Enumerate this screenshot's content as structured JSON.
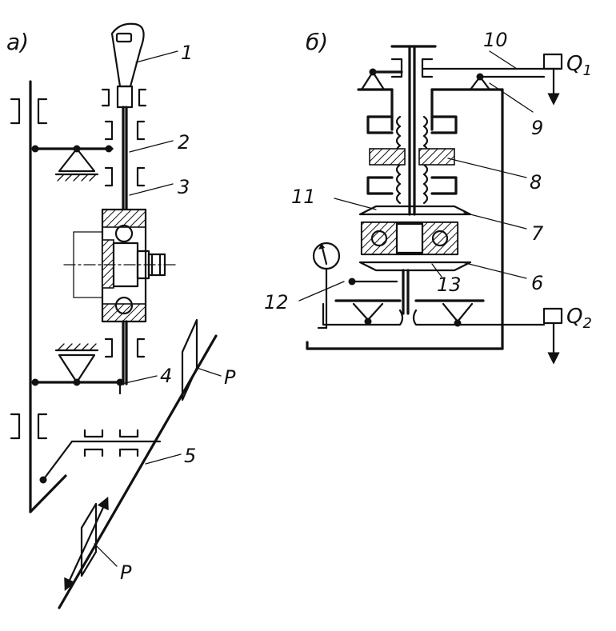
{
  "figure": {
    "panel_a": "a)",
    "panel_b": "б)",
    "labels": {
      "l1": "1",
      "l2": "2",
      "l3": "3",
      "l4": "4",
      "l5": "5",
      "l6": "6",
      "l7": "7",
      "l8": "8",
      "l9": "9",
      "l10": "10",
      "l11": "11",
      "l12": "12",
      "l13": "13"
    },
    "force_p": "P",
    "load_q1": "Q",
    "load_q1_sub": "1",
    "load_q2": "Q",
    "load_q2_sub": "2"
  }
}
